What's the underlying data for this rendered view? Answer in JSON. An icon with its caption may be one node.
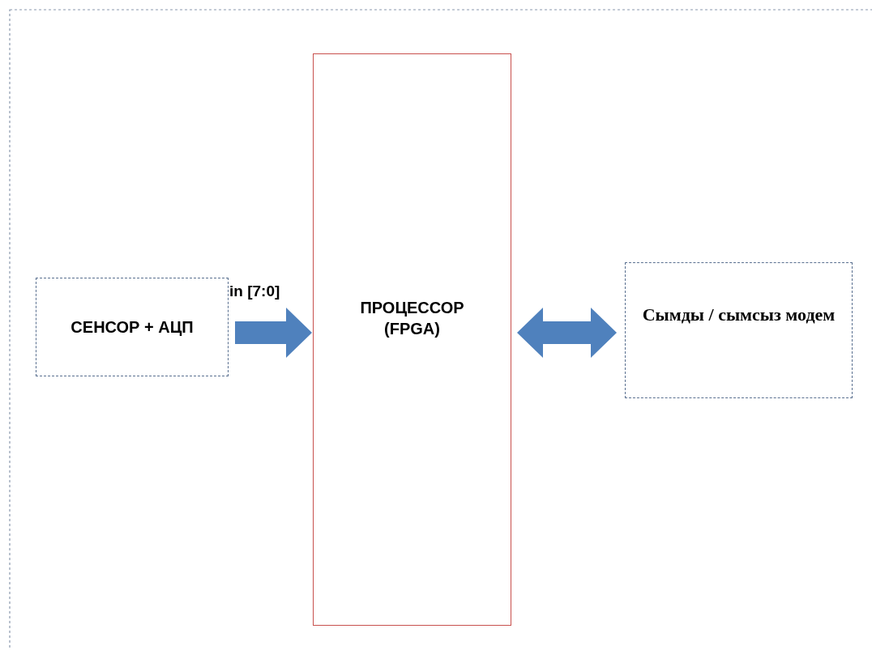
{
  "diagram": {
    "nodes": [
      {
        "text": [
          "СЕНСОР + АЦП"
        ]
      },
      {
        "text": [
          "ПРОЦЕССОР (FPGA)"
        ]
      },
      {
        "text": [
          "Сымды / сымсыз модем"
        ]
      }
    ],
    "edges": [
      {
        "from": 0,
        "to": 1,
        "arrow": "to",
        "label": "in [7:0]"
      },
      {
        "from": 1,
        "to": 2,
        "arrow": "both"
      }
    ]
  }
}
